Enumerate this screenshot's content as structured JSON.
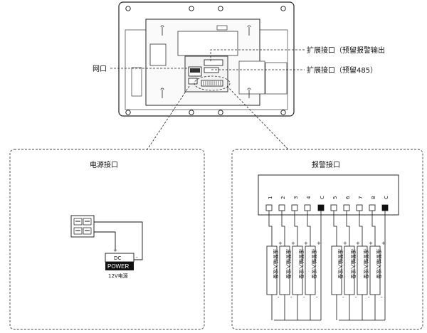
{
  "callouts": {
    "ext_alarm_out": "扩展接口（预留报警输出",
    "ext_485": "扩展接口（预留485）",
    "network": "网口"
  },
  "power_panel": {
    "title": "电源接口",
    "plus": "+",
    "minus": "-",
    "dc": "DC",
    "power": "POWER",
    "supply": "12V电源"
  },
  "alarm_panel": {
    "title": "报警接口",
    "terminals": [
      "1",
      "2",
      "3",
      "4",
      "C",
      "5",
      "6",
      "7",
      "8",
      "C"
    ],
    "device_label": "报警输入设备",
    "plus": "+",
    "minus": "-"
  }
}
